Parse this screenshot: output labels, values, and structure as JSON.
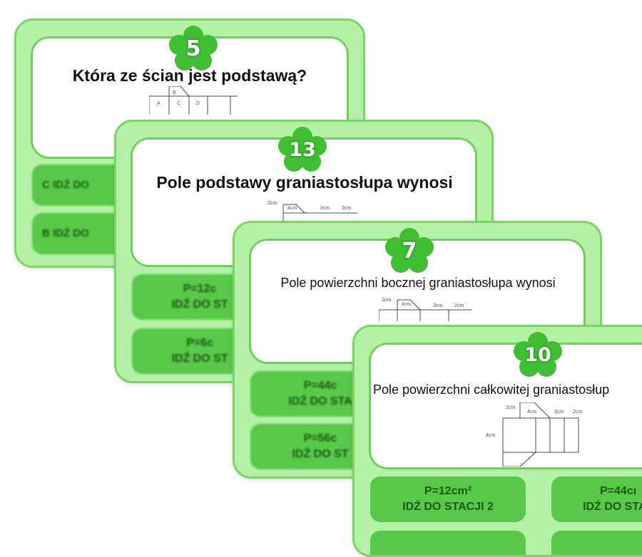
{
  "cards": [
    {
      "number": "5",
      "question": "Która ze ścian jest podstawą?",
      "net_labels": {
        "top": "B",
        "row": [
          "A",
          "C",
          "D"
        ]
      },
      "answers": [
        "C IDŹ DO",
        "B IDŹ DO"
      ]
    },
    {
      "number": "13",
      "question": "Pole podstawy graniastosłupa wynosi",
      "net_labels": {
        "a": "2cm",
        "b": "4cm",
        "c": "3cm",
        "d": "2cm"
      },
      "answers": [
        {
          "line1": "P=12c",
          "line2": "IDŹ DO ST"
        },
        {
          "line1": "P=6c",
          "line2": "IDŹ DO ST"
        }
      ]
    },
    {
      "number": "7",
      "question": "Pole powierzchni bocznej graniastosłupa wynosi",
      "net_labels": {
        "a": "2cm",
        "b": "4cm",
        "c": "3cm",
        "d": "2cm"
      },
      "answers": [
        {
          "line1": "P=44c",
          "line2": "IDŹ DO STA"
        },
        {
          "line1": "P=56c",
          "line2": "IDŹ DO ST"
        }
      ]
    },
    {
      "number": "10",
      "question": "Pole powierzchni całkowitej graniastosłup",
      "net_labels": {
        "a": "2cm",
        "b": "4cm",
        "c": "3cm",
        "d": "2cm",
        "side": "4cm"
      },
      "answers": [
        {
          "line1": "P=12cm²",
          "line2": "IDŹ DO STACJI 2"
        },
        {
          "line1": "P=44cı",
          "line2": "IDŹ DO STA"
        }
      ]
    }
  ],
  "colors": {
    "card_bg": "#b4f0a6",
    "card_border": "#7ad466",
    "answer_bg": "#59c84a",
    "badge": "#3fbd33"
  }
}
